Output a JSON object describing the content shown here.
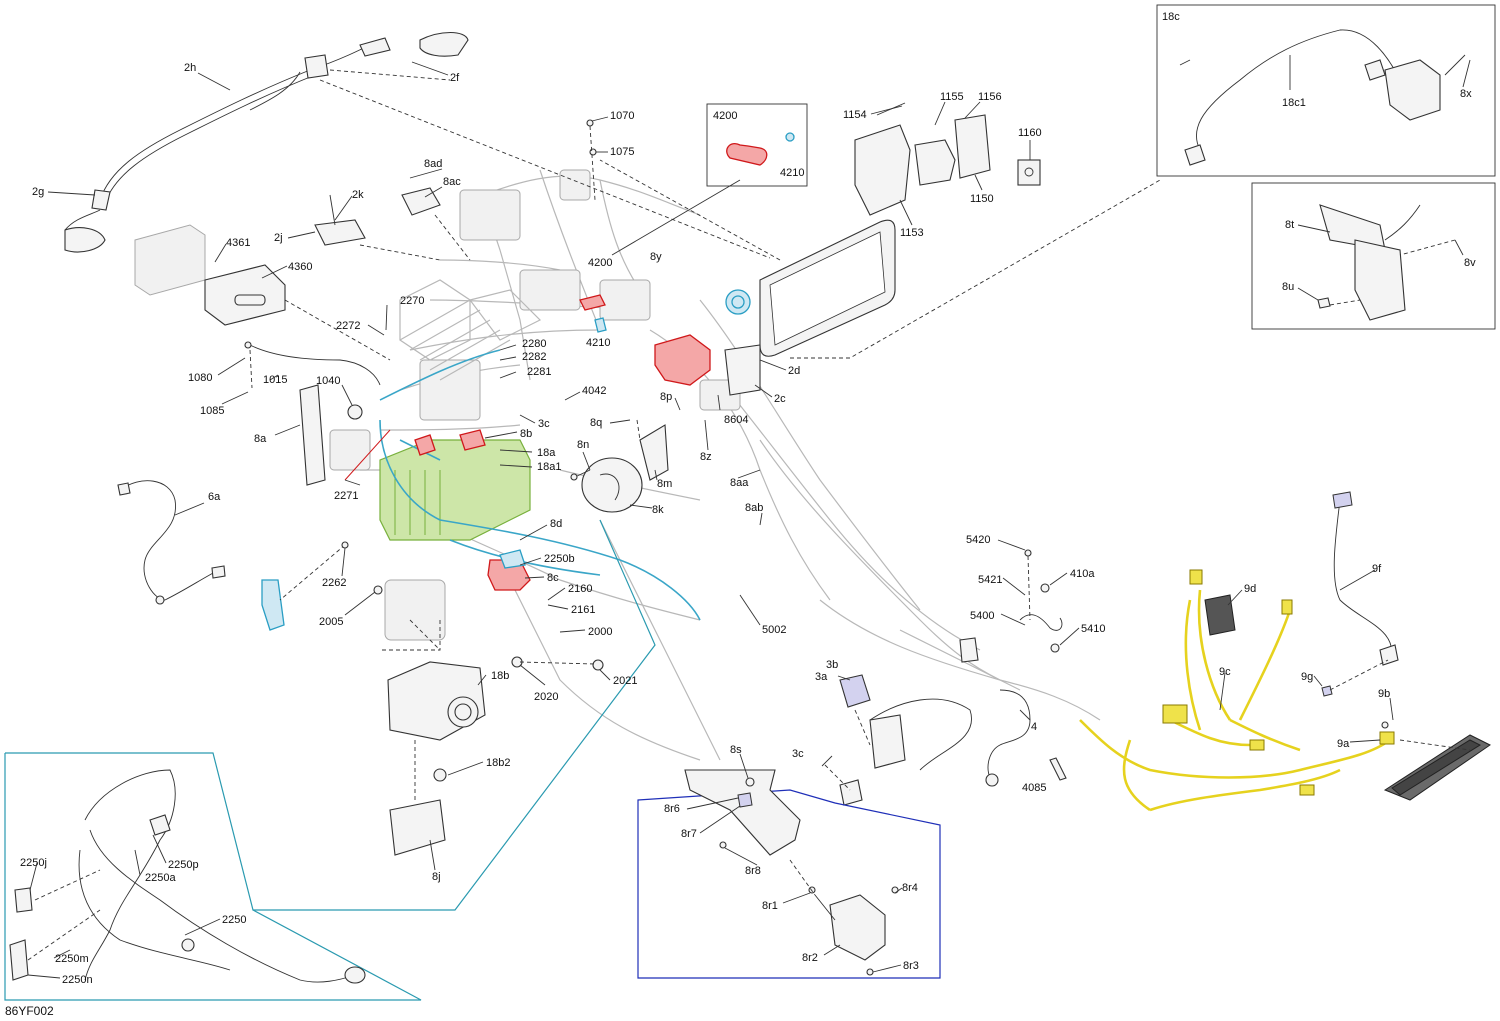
{
  "diagram_id": "86YF002",
  "labels": {
    "l_2h": "2h",
    "l_2f": "2f",
    "l_2g": "2g",
    "l_2k": "2k",
    "l_2j": "2j",
    "l_8ad": "8ad",
    "l_8ac": "8ac",
    "l_4361": "4361",
    "l_4360": "4360",
    "l_1070": "1070",
    "l_1075": "1075",
    "l_4200a": "4200",
    "l_4210a": "4210",
    "l_4200b": "4200",
    "l_4210b": "4210",
    "l_8y": "8y",
    "l_1154": "1154",
    "l_1155": "1155",
    "l_1156": "1156",
    "l_1160": "1160",
    "l_1150": "1150",
    "l_1153": "1153",
    "l_2270": "2270",
    "l_2272": "2272",
    "l_1080": "1080",
    "l_1015": "1015",
    "l_1085": "1085",
    "l_1040": "1040",
    "l_8a": "8a",
    "l_2280": "2280",
    "l_2282": "2282",
    "l_2281": "2281",
    "l_4042": "4042",
    "l_3c_a": "3c",
    "l_8b": "8b",
    "l_18a": "18a",
    "l_18a1": "18a1",
    "l_2271": "2271",
    "l_8q": "8q",
    "l_8p": "8p",
    "l_8n": "8n",
    "l_8m": "8m",
    "l_8k": "8k",
    "l_8z": "8z",
    "l_8604": "8604",
    "l_2d": "2d",
    "l_2c": "2c",
    "l_8aa": "8aa",
    "l_8ab": "8ab",
    "l_6a": "6a",
    "l_8d": "8d",
    "l_2250b": "2250b",
    "l_8c": "8c",
    "l_2262": "2262",
    "l_2005": "2005",
    "l_2160": "2160",
    "l_2161": "2161",
    "l_2000": "2000",
    "l_5002": "5002",
    "l_2020": "2020",
    "l_2021": "2021",
    "l_18b": "18b",
    "l_18b2": "18b2",
    "l_8j": "8j",
    "l_18c": "18c",
    "l_18c1": "18c1",
    "l_8x": "8x",
    "l_8t": "8t",
    "l_8v": "8v",
    "l_8u": "8u",
    "l_5420": "5420",
    "l_5421": "5421",
    "l_410a": "410a",
    "l_5400": "5400",
    "l_5410": "5410",
    "l_3b": "3b",
    "l_3a": "3a",
    "l_3c_b": "3c",
    "l_4": "4",
    "l_4085": "4085",
    "l_8s": "8s",
    "l_8r6": "8r6",
    "l_8r7": "8r7",
    "l_8r8": "8r8",
    "l_8r1": "8r1",
    "l_8r4": "8r4",
    "l_8r2": "8r2",
    "l_8r3": "8r3",
    "l_9d": "9d",
    "l_9f": "9f",
    "l_9c": "9c",
    "l_9g": "9g",
    "l_9b": "9b",
    "l_9a": "9a",
    "l_2250j": "2250j",
    "l_2250p": "2250p",
    "l_2250a": "2250a",
    "l_2250": "2250",
    "l_2250m": "2250m",
    "l_2250n": "2250n"
  },
  "colors": {
    "red_highlight": "#d0191b",
    "blue_highlight": "#2a9ec4",
    "yellow_harness": "#e6d21e",
    "green_component": "#78b03c",
    "teal_callout": "#2a9ab0",
    "navy_callout": "#1f2fb8"
  }
}
